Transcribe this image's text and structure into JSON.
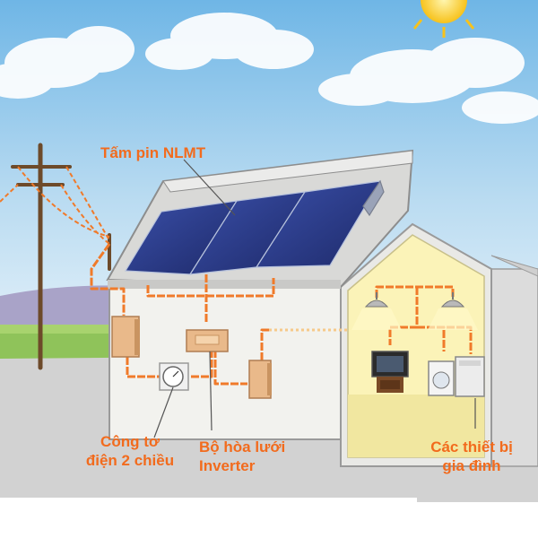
{
  "colors": {
    "sky_top": "#6fb6e6",
    "sky_bottom": "#e8f3fa",
    "label_orange": "#f26b1d",
    "wire_orange": "#f07a2a",
    "wall": "#f2f2ee",
    "room_yellow": "#fbf3b8",
    "panel_blue": "#2c3f8e",
    "box_tan": "#e9b98a"
  },
  "labels": {
    "solar_panel": "Tấm pin NLMT",
    "meter_line1": "Công tơ",
    "meter_line2": "điện 2 chiều",
    "inverter_line1": "Bộ hòa lưới",
    "inverter_line2": "Inverter",
    "appliances_line1": "Các thiết bị",
    "appliances_line2": "gia đình"
  },
  "icons": [
    "sun-icon",
    "utility-pole-icon",
    "solar-panel-icon",
    "lamp-icon",
    "tv-icon",
    "washing-machine-icon"
  ]
}
